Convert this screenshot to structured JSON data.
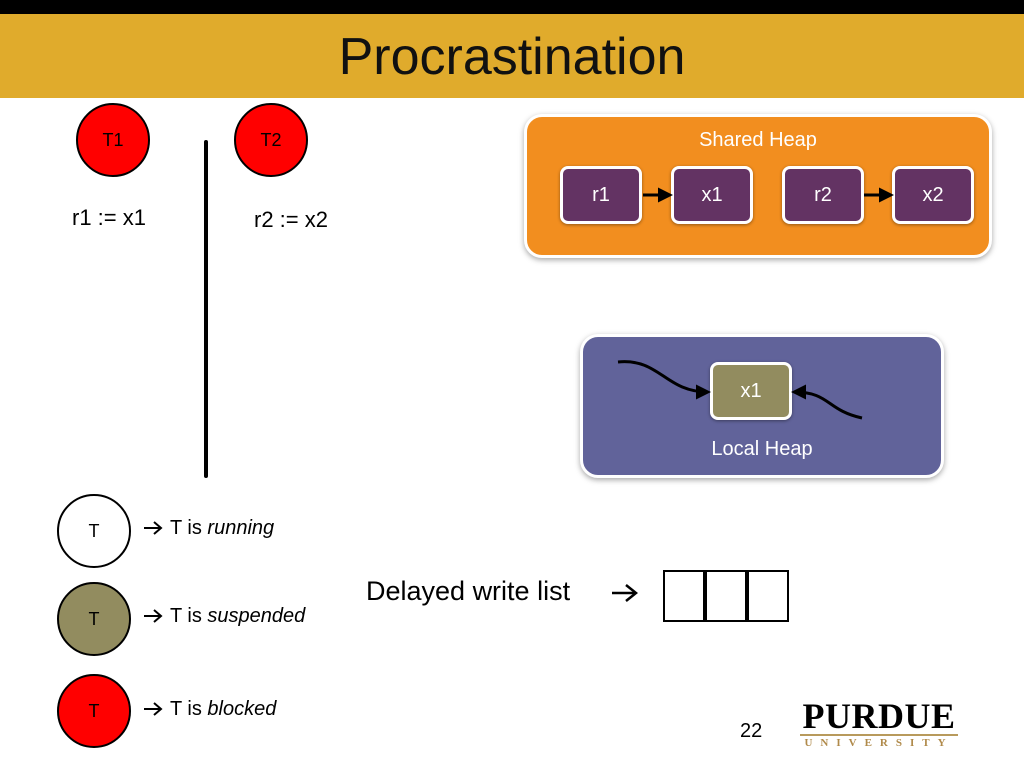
{
  "slide": {
    "title": "Procrastination",
    "page_number": "22"
  },
  "threads": [
    {
      "label": "T1",
      "code": "r1 := x1",
      "color": "#ff0000"
    },
    {
      "label": "T2",
      "code": "r2 := x2",
      "color": "#ff0000"
    }
  ],
  "shared_heap": {
    "label": "Shared Heap",
    "color": "#f28e1f",
    "nodes": [
      "r1",
      "x1",
      "r2",
      "x2"
    ],
    "node_color": "#633363"
  },
  "local_heap": {
    "label": "Local Heap",
    "color": "#61639a",
    "node": "x1",
    "node_color": "#928c5f"
  },
  "legend": [
    {
      "circle": "T",
      "prefix": "T is ",
      "state": "running",
      "fill": "#ffffff"
    },
    {
      "circle": "T",
      "prefix": "T is ",
      "state": "suspended",
      "fill": "#928c5f"
    },
    {
      "circle": "T",
      "prefix": "T is ",
      "state": "blocked",
      "fill": "#ff0000"
    }
  ],
  "delayed_write_list": {
    "label": "Delayed write list",
    "slots": 3
  },
  "logo": {
    "name": "PURDUE",
    "sub": "UNIVERSITY"
  },
  "icons": {
    "arrow": "right-arrow-icon"
  }
}
